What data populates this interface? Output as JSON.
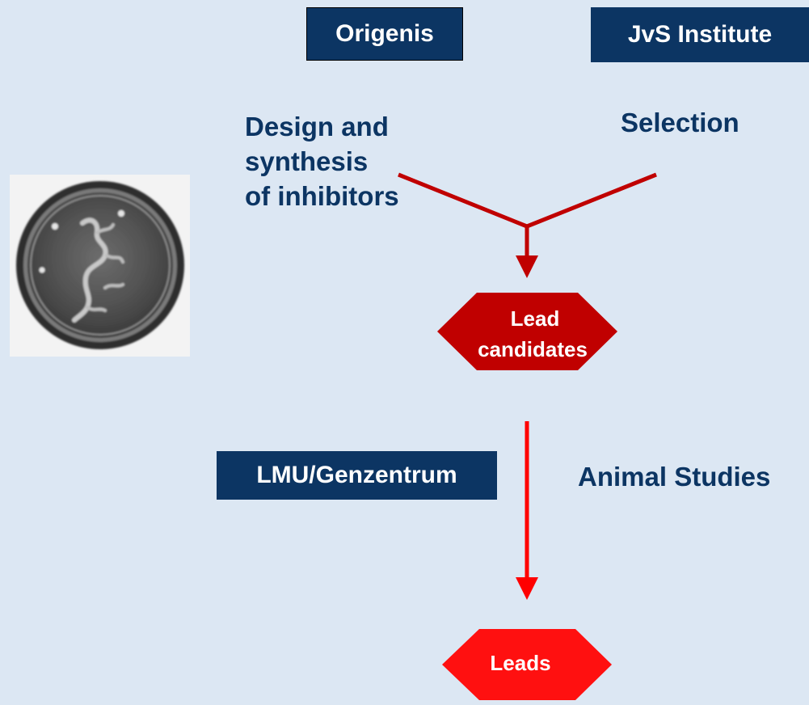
{
  "orgs": {
    "origenis": "Origenis",
    "jvs_institute": "JvS Institute",
    "lmu_genzentrum": "LMU/Genzentrum"
  },
  "steps": {
    "design": [
      "Design and",
      "synthesis",
      "of inhibitors"
    ],
    "selection": "Selection",
    "animal_studies": "Animal Studies"
  },
  "results": {
    "lead_candidates": [
      "Lead",
      "candidates"
    ],
    "leads": "Leads"
  },
  "colors": {
    "background": "#dce7f3",
    "box": "#0c3563",
    "arrow_dark": "#c00000",
    "arrow_bright": "#ff0000"
  }
}
